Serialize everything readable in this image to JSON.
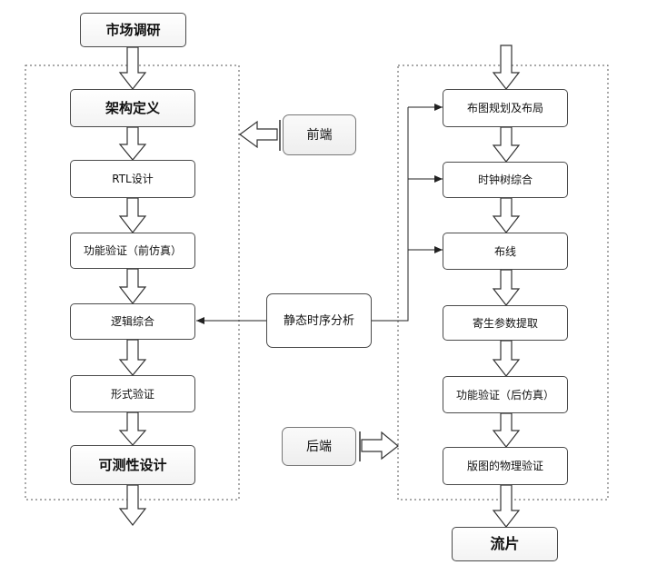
{
  "top": {
    "title": "市场调研"
  },
  "frontend": {
    "label": "前端",
    "steps": [
      "架构定义",
      "RTL设计",
      "功能验证（前仿真）",
      "逻辑综合",
      "形式验证",
      "可测性设计"
    ]
  },
  "sta": {
    "label": "静态时序分析"
  },
  "backend": {
    "label": "后端",
    "steps": [
      "布图规划及布局",
      "时钟树综合",
      "布线",
      "寄生参数提取",
      "功能验证（后仿真）",
      "版图的物理验证"
    ]
  },
  "end": {
    "title": "流片"
  }
}
